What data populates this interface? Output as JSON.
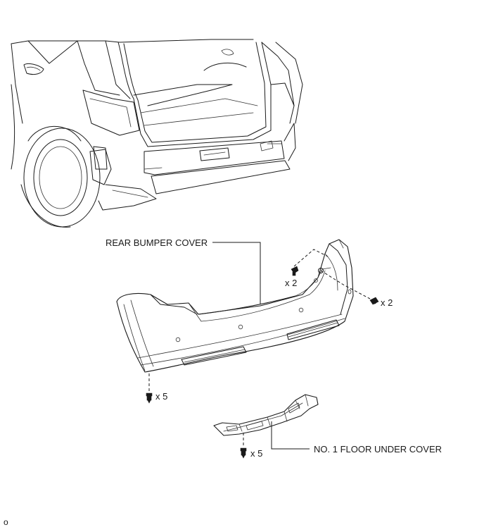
{
  "labels": {
    "rear_bumper_cover": "REAR BUMPER COVER",
    "no1_floor_under_cover": "NO. 1 FLOOR UNDER COVER"
  },
  "quantities": {
    "clip_upper": "x 2",
    "screw_right": "x 2",
    "screw_bottom_left": "x 5",
    "clip_bottom": "x 5"
  },
  "figure_id": "o",
  "icons": {
    "vehicle": "vehicle-rear-illustration-icon",
    "bumper": "rear-bumper-cover-icon",
    "floor_cover": "floor-under-cover-icon",
    "clip": "clip-icon",
    "screw": "screw-icon"
  }
}
